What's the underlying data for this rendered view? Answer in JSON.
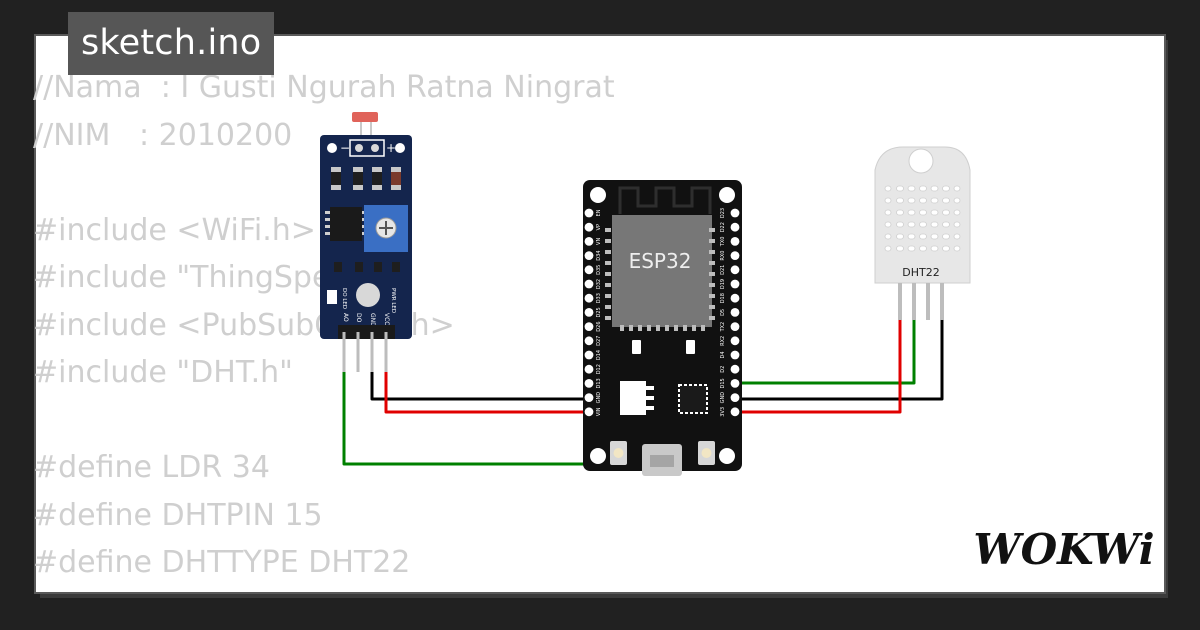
{
  "file_tab": {
    "label": "sketch.ino"
  },
  "code": {
    "lines": [
      "//Nama  : I Gusti Ngurah Ratna Ningrat",
      "//NIM   : 2010200",
      "",
      "#include <WiFi.h>",
      "#include \"ThingSpeak.h\"",
      "#include <PubSubClient.h>",
      "#include \"DHT.h\"",
      "",
      "#define LDR 34",
      "#define DHTPIN 15",
      "#define DHTTYPE DHT22"
    ]
  },
  "components": {
    "ldr_module": {
      "signs": {
        "minus": "−",
        "plus": "+"
      },
      "pin_labels": [
        "AO",
        "DO",
        "GND",
        "VCC"
      ],
      "led_labels": {
        "do": "DO LED",
        "pwr": "PWR LED"
      }
    },
    "esp32": {
      "chip_label": "ESP32",
      "left_pins": [
        "EN",
        "VP",
        "VN",
        "D34",
        "D35",
        "D32",
        "D33",
        "D25",
        "D26",
        "D27",
        "D14",
        "D12",
        "D13",
        "GND",
        "VIN"
      ],
      "right_pins": [
        "D23",
        "D22",
        "TX0",
        "RX0",
        "D21",
        "D19",
        "D18",
        "D5",
        "TX2",
        "RX2",
        "D4",
        "D2",
        "D15",
        "GND",
        "3V3"
      ]
    },
    "dht22": {
      "label": "DHT22"
    }
  },
  "wires": {
    "colors": {
      "signal": "#008000",
      "ground": "#000000",
      "power": "#e00000"
    }
  },
  "brand": {
    "logo_text": "WOKWi"
  },
  "colors": {
    "background": "#212121",
    "card": "#ffffff",
    "code_text": "#cfcfcf",
    "tab_bg": "#565656",
    "ldr_pcb": "#14254d",
    "esp_board": "#111111",
    "esp_module": "#777777",
    "dht_body": "#e7e7e7"
  }
}
